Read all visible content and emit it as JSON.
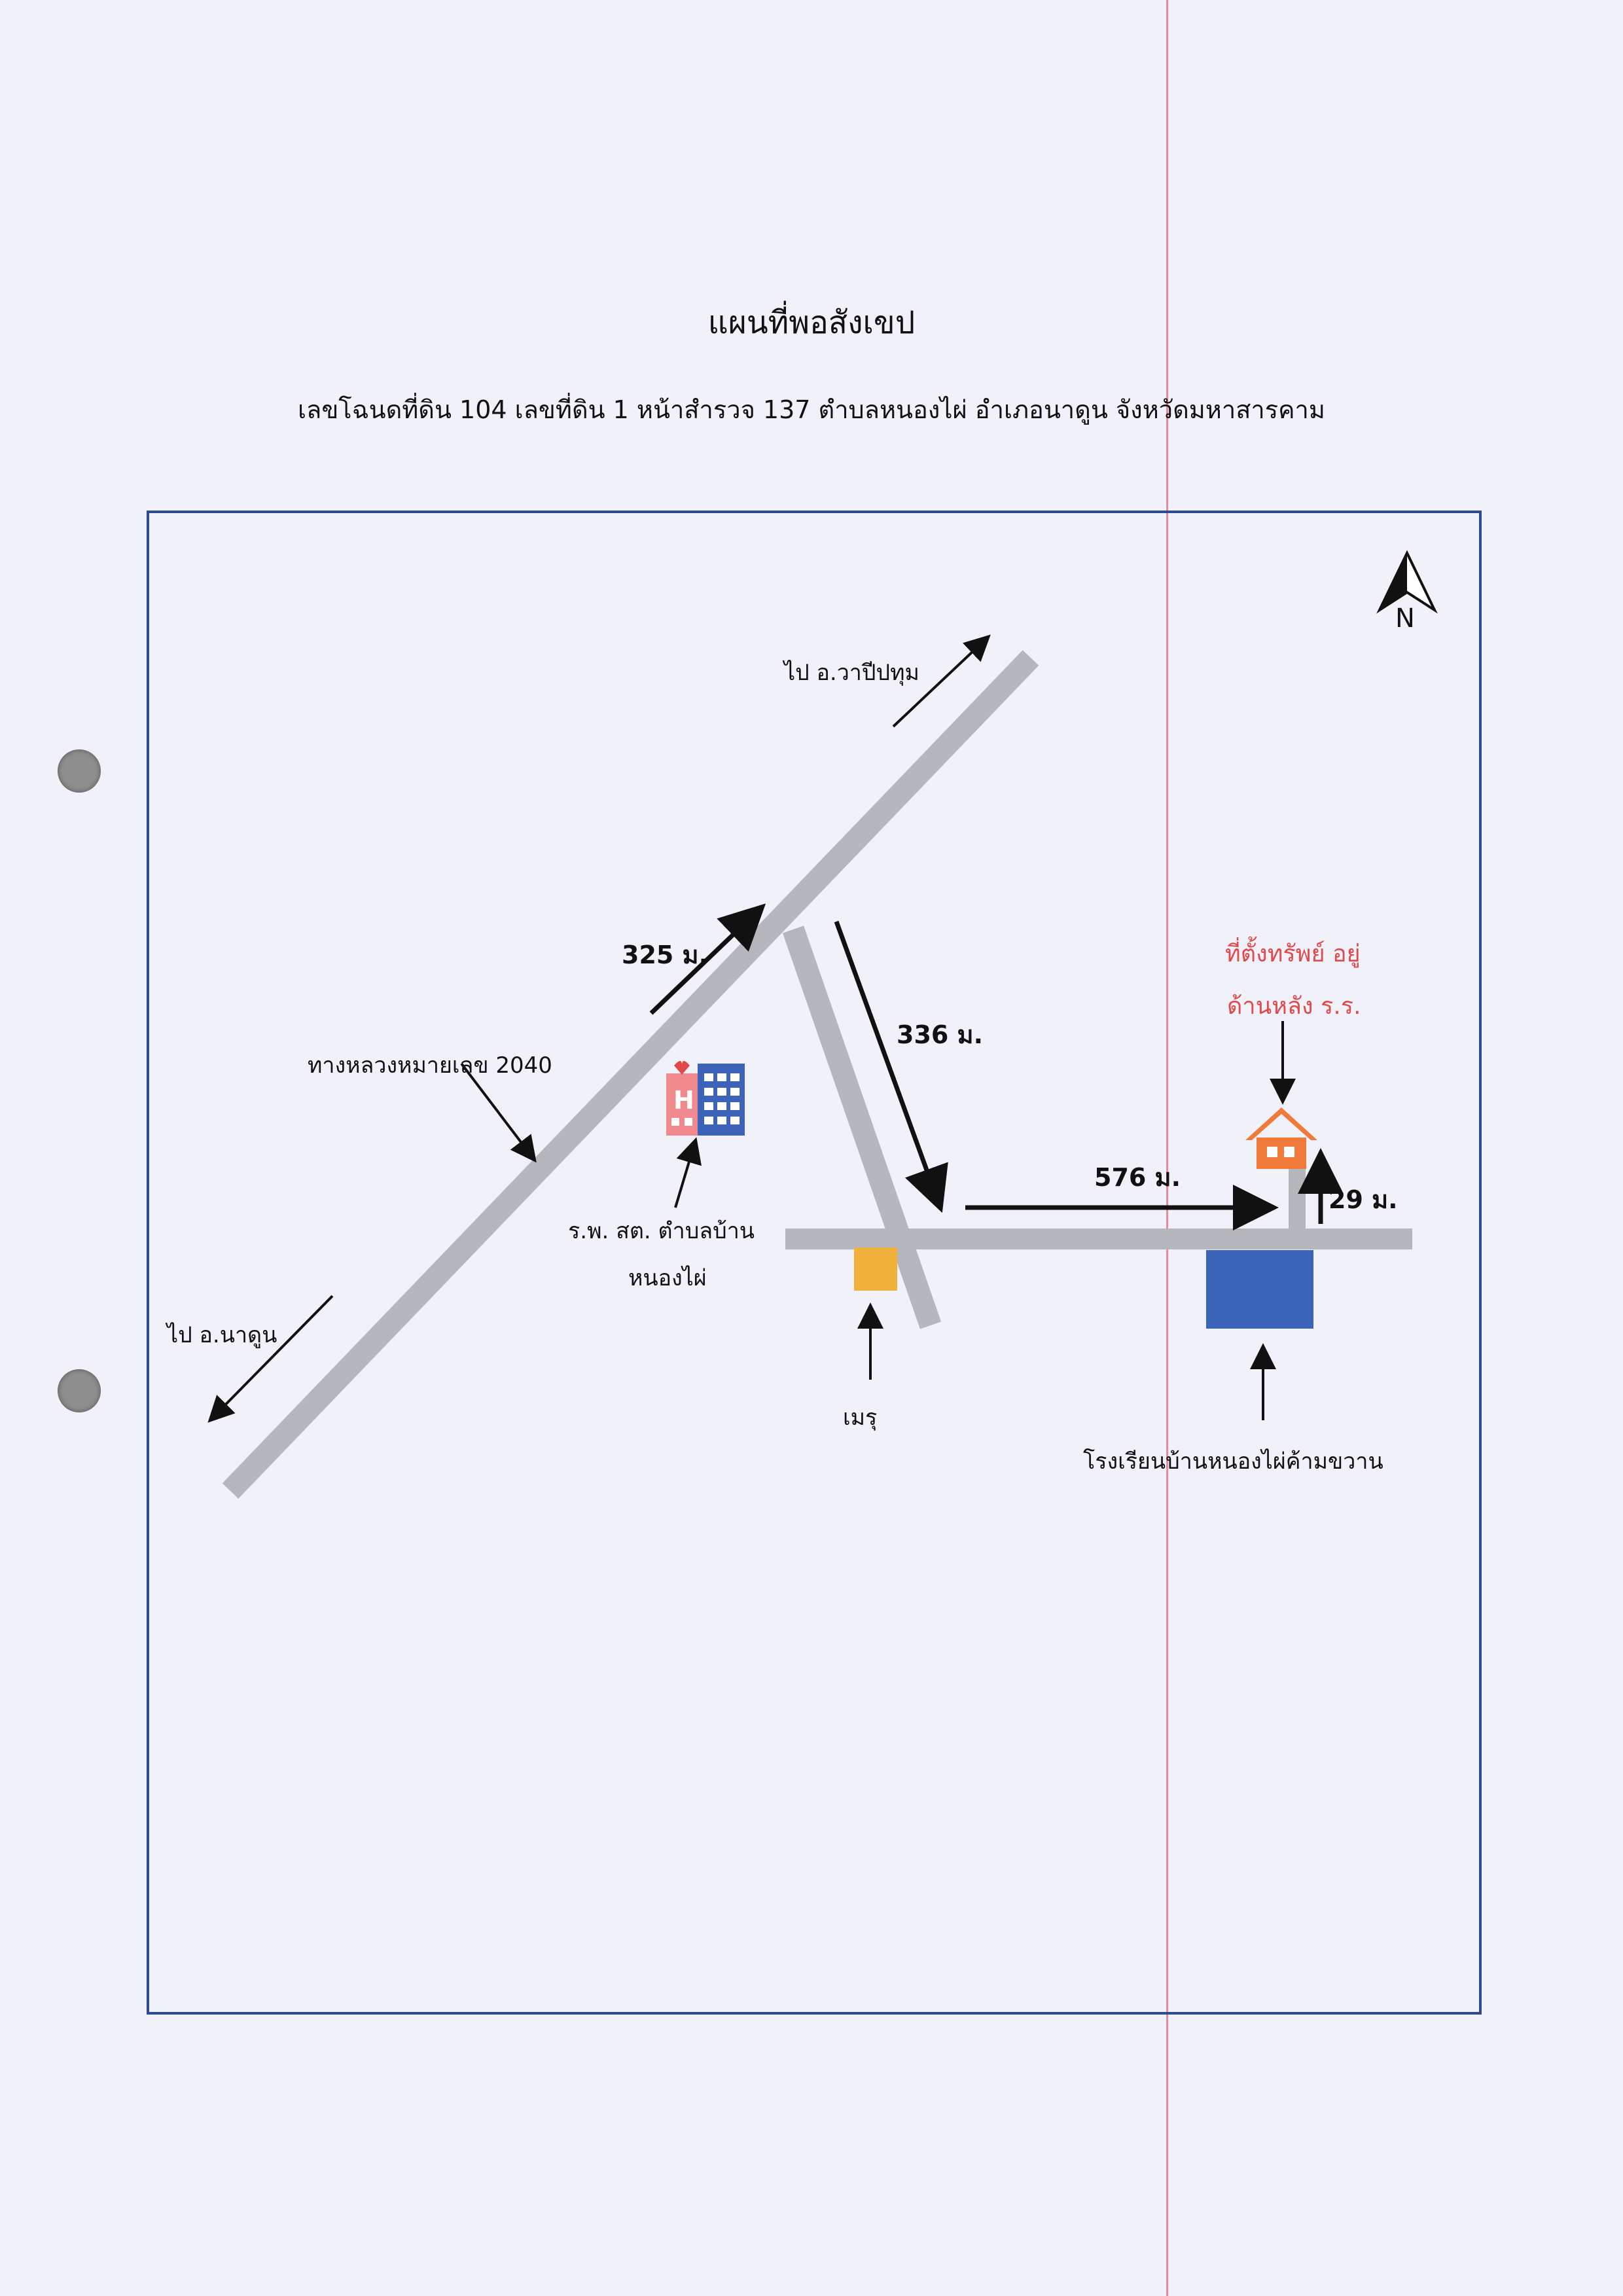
{
  "document": {
    "title": "แผนที่พอสังเขป",
    "subtitle": "เลขโฉนดที่ดิน 104 เลขที่ดิน 1 หน้าสำรวจ 137 ตำบลหนองไผ่ อำเภอนาดูน จังหวัดมหาสารคาม"
  },
  "map": {
    "north_label": "N",
    "road_highway": "ทางหลวงหมายเลข 2040",
    "to_wapi_pathum": "ไป อ.วาปีปทุม",
    "to_na_dun": "ไป อ.นาดูน",
    "hospital_line1": "ร.พ. สต. ตำบลบ้าน",
    "hospital_line2": "หนองไผ่",
    "meru": "เมรุ",
    "school": "โรงเรียนบ้านหนองไผ่ค้ามขวาน",
    "property_line1": "ที่ตั้งทรัพย์ อยู่",
    "property_line2": "ด้านหลัง ร.ร.",
    "dist_325": "325 ม.",
    "dist_336": "336 ม.",
    "dist_576": "576 ม.",
    "dist_29": "29 ม.",
    "hospital_icon_letter": "H"
  },
  "colors": {
    "road": "#b5b7bc",
    "frame": "#2e4b8f",
    "meru": "#f2b13a",
    "school": "#3b63b8",
    "house": "#f07a3a",
    "property_text": "#e04a4a"
  }
}
